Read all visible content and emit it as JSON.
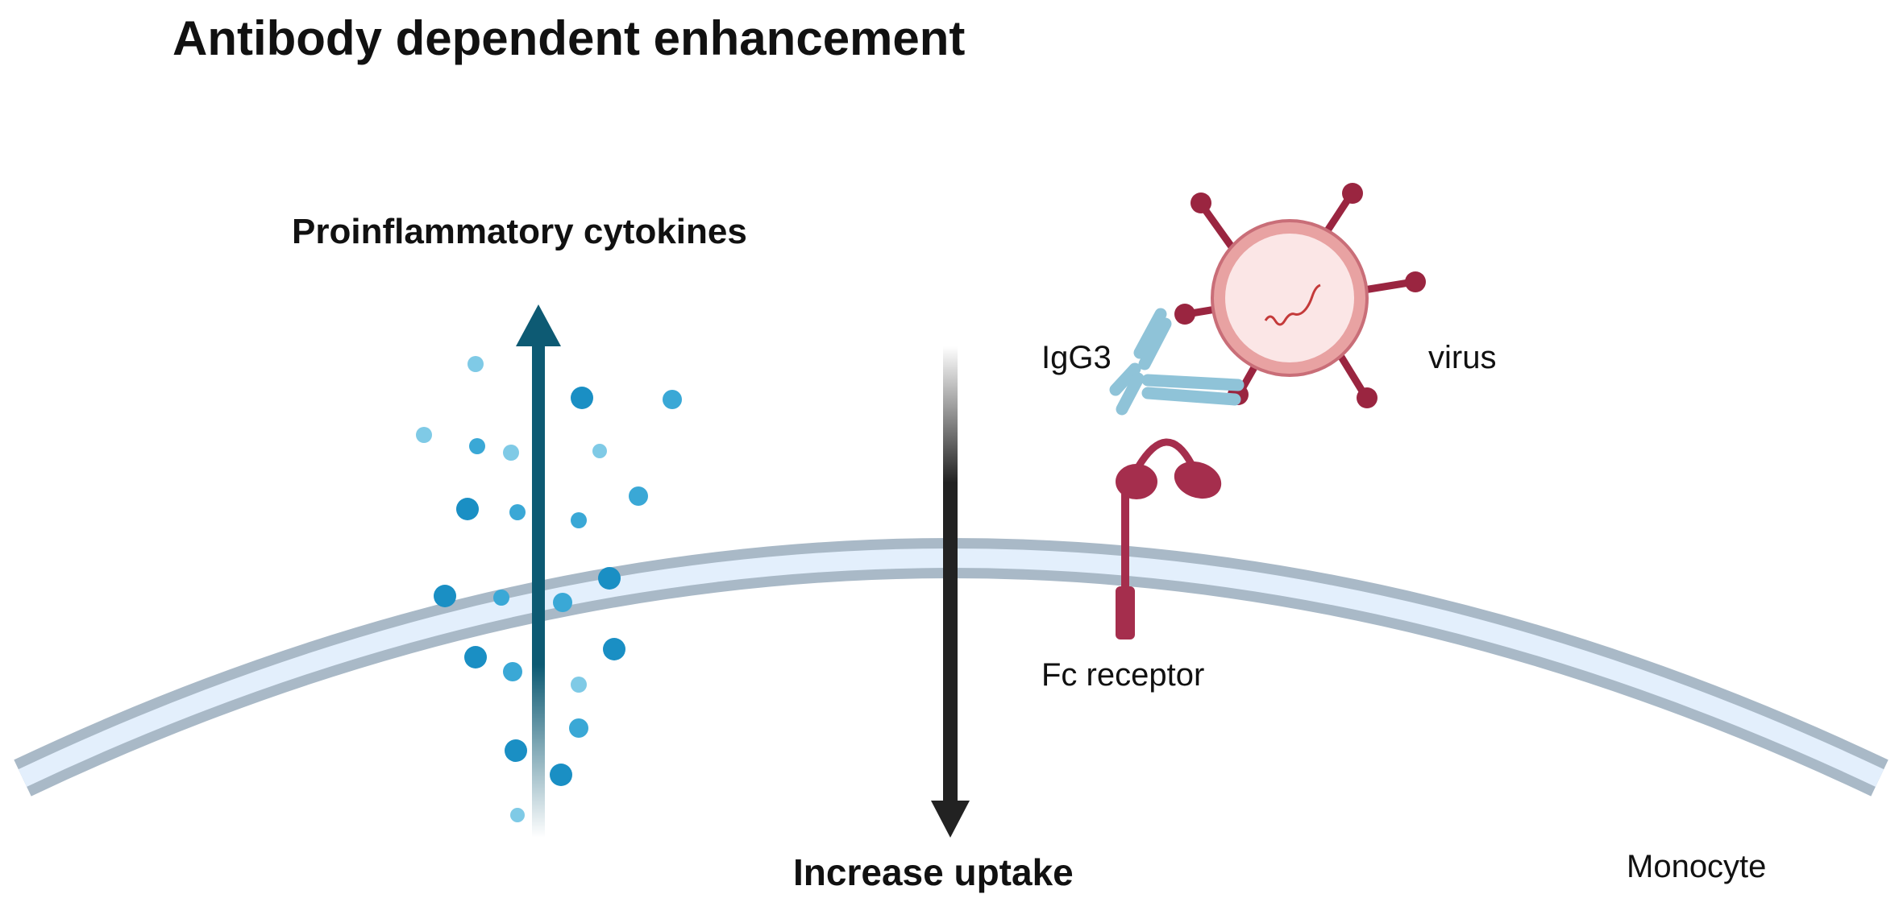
{
  "title": "Antibody dependent enhancement",
  "labels": {
    "proinflammatory_cytokines": "Proinflammatory cytokines",
    "increase_uptake": "Increase uptake",
    "igg3": "IgG3",
    "virus": "virus",
    "fc_receptor": "Fc receptor",
    "monocyte": "Monocyte"
  },
  "colors": {
    "membrane_outer": "#a9b9c7",
    "membrane_inner": "#e3effc",
    "cytokine_arrow": "#0d5a73",
    "cytokine_dark": "#1a8fc4",
    "cytokine_light": "#7fcae6",
    "uptake_arrow": "#222222",
    "virus": "#9a2540",
    "virus_shell": "#e8a2a2",
    "virus_interior": "#fbe6e6",
    "antibody": "#8fc3d8",
    "receptor": "#a52e4d"
  }
}
